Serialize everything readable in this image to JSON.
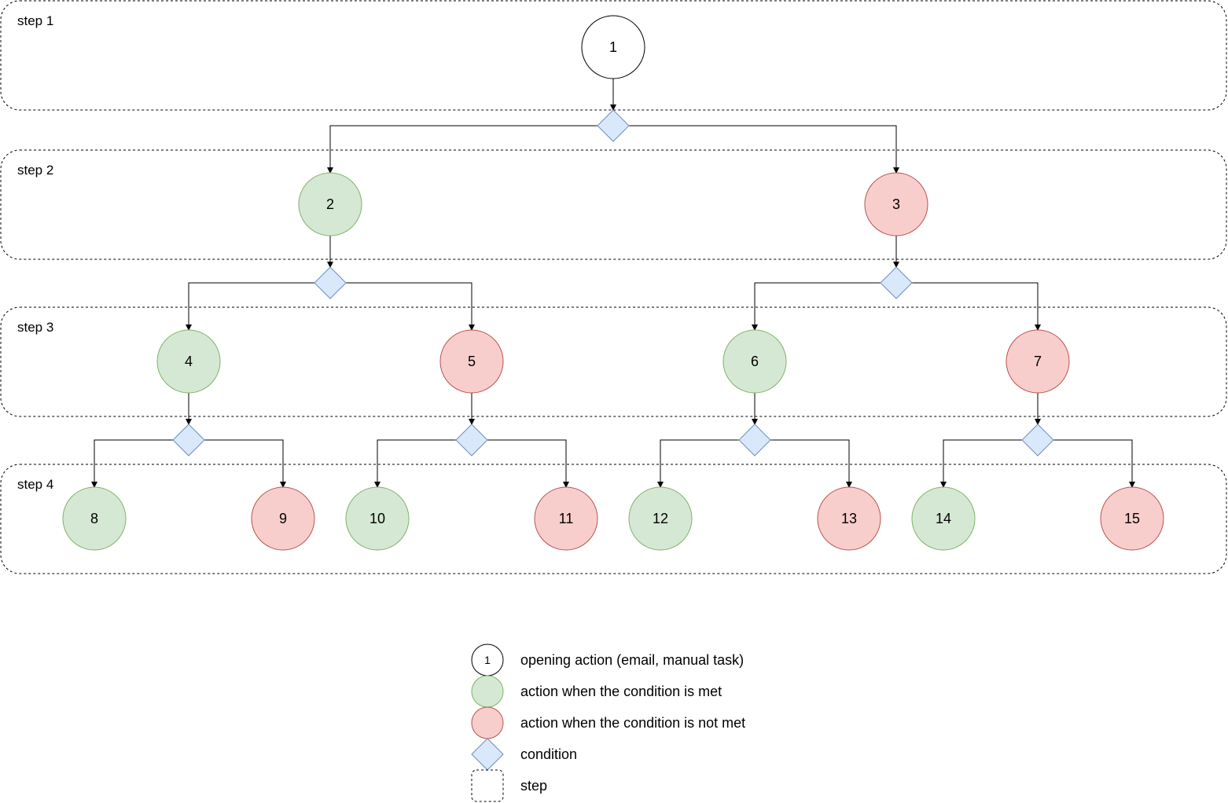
{
  "colors": {
    "opening_fill": "#ffffff",
    "opening_stroke": "#000000",
    "met_fill": "#d5e8d4",
    "met_stroke": "#82b366",
    "not_met_fill": "#f8cecc",
    "not_met_stroke": "#b85450",
    "condition_fill": "#dae8fc",
    "condition_stroke": "#6c8ebf",
    "step_stroke": "#000000",
    "edge_stroke": "#000000"
  },
  "steps": [
    {
      "id": "step1",
      "label": "step 1"
    },
    {
      "id": "step2",
      "label": "step 2"
    },
    {
      "id": "step3",
      "label": "step 3"
    },
    {
      "id": "step4",
      "label": "step 4"
    }
  ],
  "nodes": [
    {
      "id": "n1",
      "label": "1",
      "kind": "opening"
    },
    {
      "id": "n2",
      "label": "2",
      "kind": "met"
    },
    {
      "id": "n3",
      "label": "3",
      "kind": "not_met"
    },
    {
      "id": "n4",
      "label": "4",
      "kind": "met"
    },
    {
      "id": "n5",
      "label": "5",
      "kind": "not_met"
    },
    {
      "id": "n6",
      "label": "6",
      "kind": "met"
    },
    {
      "id": "n7",
      "label": "7",
      "kind": "not_met"
    },
    {
      "id": "n8",
      "label": "8",
      "kind": "met"
    },
    {
      "id": "n9",
      "label": "9",
      "kind": "not_met"
    },
    {
      "id": "n10",
      "label": "10",
      "kind": "met"
    },
    {
      "id": "n11",
      "label": "11",
      "kind": "not_met"
    },
    {
      "id": "n12",
      "label": "12",
      "kind": "met"
    },
    {
      "id": "n13",
      "label": "13",
      "kind": "not_met"
    },
    {
      "id": "n14",
      "label": "14",
      "kind": "met"
    },
    {
      "id": "n15",
      "label": "15",
      "kind": "not_met"
    }
  ],
  "conditions": [
    {
      "id": "c1",
      "from": "n1",
      "met": "n2",
      "not_met": "n3"
    },
    {
      "id": "c2",
      "from": "n2",
      "met": "n4",
      "not_met": "n5"
    },
    {
      "id": "c3",
      "from": "n3",
      "met": "n6",
      "not_met": "n7"
    },
    {
      "id": "c4",
      "from": "n4",
      "met": "n8",
      "not_met": "n9"
    },
    {
      "id": "c5",
      "from": "n5",
      "met": "n10",
      "not_met": "n11"
    },
    {
      "id": "c6",
      "from": "n6",
      "met": "n12",
      "not_met": "n13"
    },
    {
      "id": "c7",
      "from": "n7",
      "met": "n14",
      "not_met": "n15"
    }
  ],
  "legend": {
    "opening_symbol_label": "1",
    "items": [
      {
        "kind": "opening",
        "label": "opening action (email, manual task)"
      },
      {
        "kind": "met",
        "label": "action when the condition is met"
      },
      {
        "kind": "not_met",
        "label": "action when the condition is not met"
      },
      {
        "kind": "condition",
        "label": "condition"
      },
      {
        "kind": "step",
        "label": "step"
      }
    ]
  }
}
